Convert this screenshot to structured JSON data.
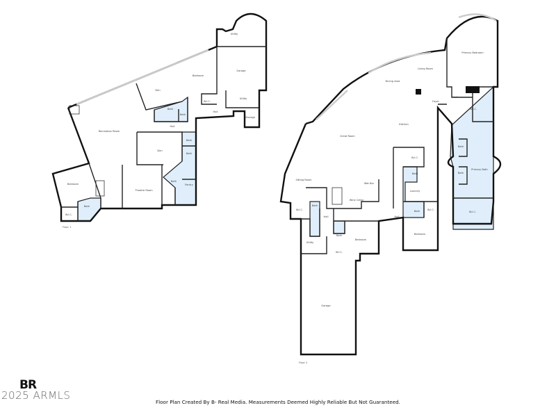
{
  "floor_1": {
    "label": "Floor 1",
    "rooms": [
      "Utility",
      "Garage",
      "Bedroom",
      "Den",
      "Bath",
      "Bath",
      "W.I.C.",
      "Hall",
      "Utility",
      "Storage",
      "Recreation Room",
      "Hall",
      "Den",
      "Bath",
      "Bath",
      "Bath",
      "Pantry",
      "Theatre Room",
      "Bedroom",
      "W.I.C.",
      "Bath"
    ]
  },
  "floor_2": {
    "label": "Floor 2",
    "rooms": [
      "Primary Bedroom",
      "Living Room",
      "Dining Area",
      "Foyer",
      "Hall",
      "W.I.C.",
      "Kitchen",
      "Great Room",
      "Bath",
      "Bath",
      "Primary Bath",
      "W.I.C.",
      "Bath",
      "Laundry",
      "Wet Bar",
      "Wine Cellar",
      "Sitting Room",
      "Bath",
      "W.I.C.",
      "Hall",
      "Bedroom",
      "W.I.C.",
      "W.I.C.",
      "Bath",
      "Hall",
      "Utility",
      "Bath",
      "W.I.C.",
      "Bedroom",
      "Garage"
    ]
  },
  "logo": {
    "mark": "BR",
    "text": "2025 ARMLS"
  },
  "footer": {
    "credit": "Floor Plan Created By B- Real Media. Measurements Deemed Highly Reliable But Not Guaranteed."
  },
  "colors": {
    "wet_area": "#dfeefa",
    "walls": "#111111"
  }
}
